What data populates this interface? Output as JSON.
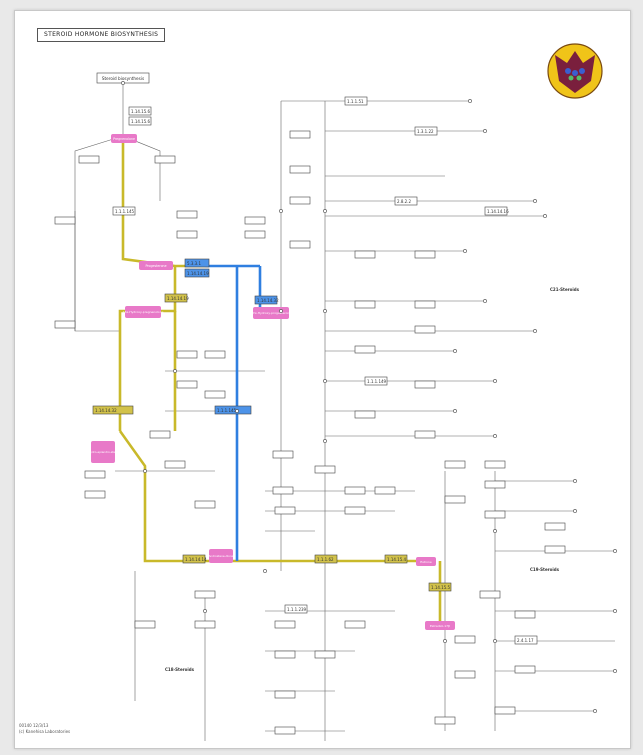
{
  "map": {
    "title": "STEROID HORMONE BIOSYNTHESIS",
    "start_compound": "Steroid biosynthesis",
    "footer_line1": "00140 12/3/13",
    "footer_line2": "(c) Kanehisa Laboratories"
  },
  "colors": {
    "highlight_pink": "#e879c8",
    "path_yellow": "#c9b92a",
    "path_blue": "#2f7fe0",
    "enzyme_olive": "#d2c24a",
    "enzyme_blue": "#4d93e8",
    "line_gray": "#555555"
  },
  "highlighted_compounds": [
    {
      "id": "pregnenolone",
      "label": "Pregnenolone"
    },
    {
      "id": "progesterone",
      "label": "Progesterone"
    },
    {
      "id": "17oh-pregnenolone",
      "label": "17α-Hydroxy-pregnenolone"
    },
    {
      "id": "17oh-progesterone",
      "label": "17α-Hydroxy-progesterone"
    },
    {
      "id": "dhea",
      "label": "Dehydro-epiandro-sterone"
    },
    {
      "id": "androstenedione",
      "label": "Androstene-dione"
    },
    {
      "id": "estrone",
      "label": "Estrone"
    },
    {
      "id": "estradiol",
      "label": "Estradiol-17β"
    }
  ],
  "region_labels": {
    "c21": "C21-Steroids",
    "c19": "C19-Steroids",
    "c18": "C18-Steroids"
  },
  "enzymes": [
    {
      "id": "e1",
      "ec": "1.14.15.6"
    },
    {
      "id": "e2",
      "ec": "1.14.15.6"
    },
    {
      "id": "e3",
      "ec": "1.1.1.145"
    },
    {
      "id": "e4",
      "ec": "5.3.3.1"
    },
    {
      "id": "e5",
      "ec": "1.14.14.19"
    },
    {
      "id": "e6",
      "ec": "1.14.14.19"
    },
    {
      "id": "e7",
      "ec": "1.14.14.32"
    },
    {
      "id": "e8",
      "ec": "1.14.14.32"
    },
    {
      "id": "e9",
      "ec": "1.1.1.145"
    },
    {
      "id": "e10",
      "ec": "1.14.14.14"
    },
    {
      "id": "e11",
      "ec": "1.1.1.62"
    },
    {
      "id": "e12",
      "ec": "1.14.15.4"
    },
    {
      "id": "e13",
      "ec": "1.14.15.5"
    },
    {
      "id": "e14",
      "ec": "1.1.1.51"
    },
    {
      "id": "e15",
      "ec": "1.3.1.22"
    },
    {
      "id": "e16",
      "ec": "2.8.2.2"
    },
    {
      "id": "e17",
      "ec": "1.14.14.16"
    },
    {
      "id": "e18",
      "ec": "1.1.1.149"
    },
    {
      "id": "e19",
      "ec": "2.4.1.17"
    },
    {
      "id": "e20",
      "ec": "1.1.1.239"
    }
  ],
  "legend": {
    "shown": false
  }
}
